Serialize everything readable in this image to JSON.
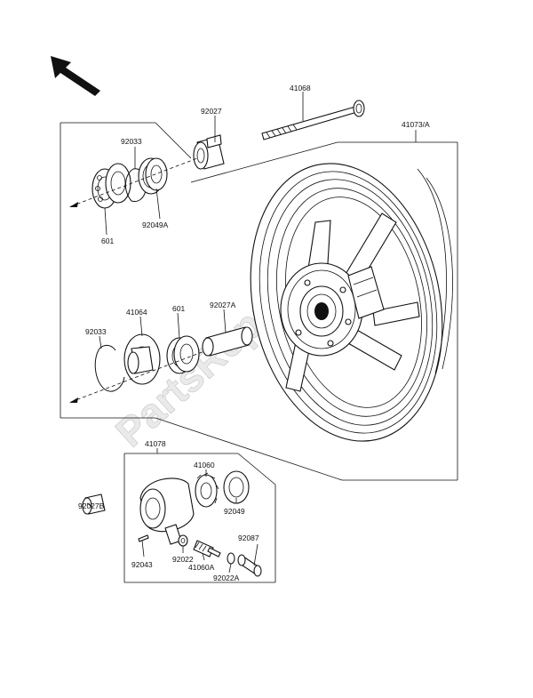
{
  "watermark": "PartsRepublik",
  "labels": {
    "l41068": "41068",
    "l41073": "41073/A",
    "l92027": "92027",
    "l92033a": "92033",
    "l92049a": "92049A",
    "l601a": "601",
    "l41064": "41064",
    "l601b": "601",
    "l92027a": "92027A",
    "l92033b": "92033",
    "l41078": "41078",
    "l41060": "41060",
    "l92027b": "92027B",
    "l92049": "92049",
    "l92087": "92087",
    "l92043": "92043",
    "l92022": "92022",
    "l41060a": "41060A",
    "l92022a": "92022A"
  }
}
